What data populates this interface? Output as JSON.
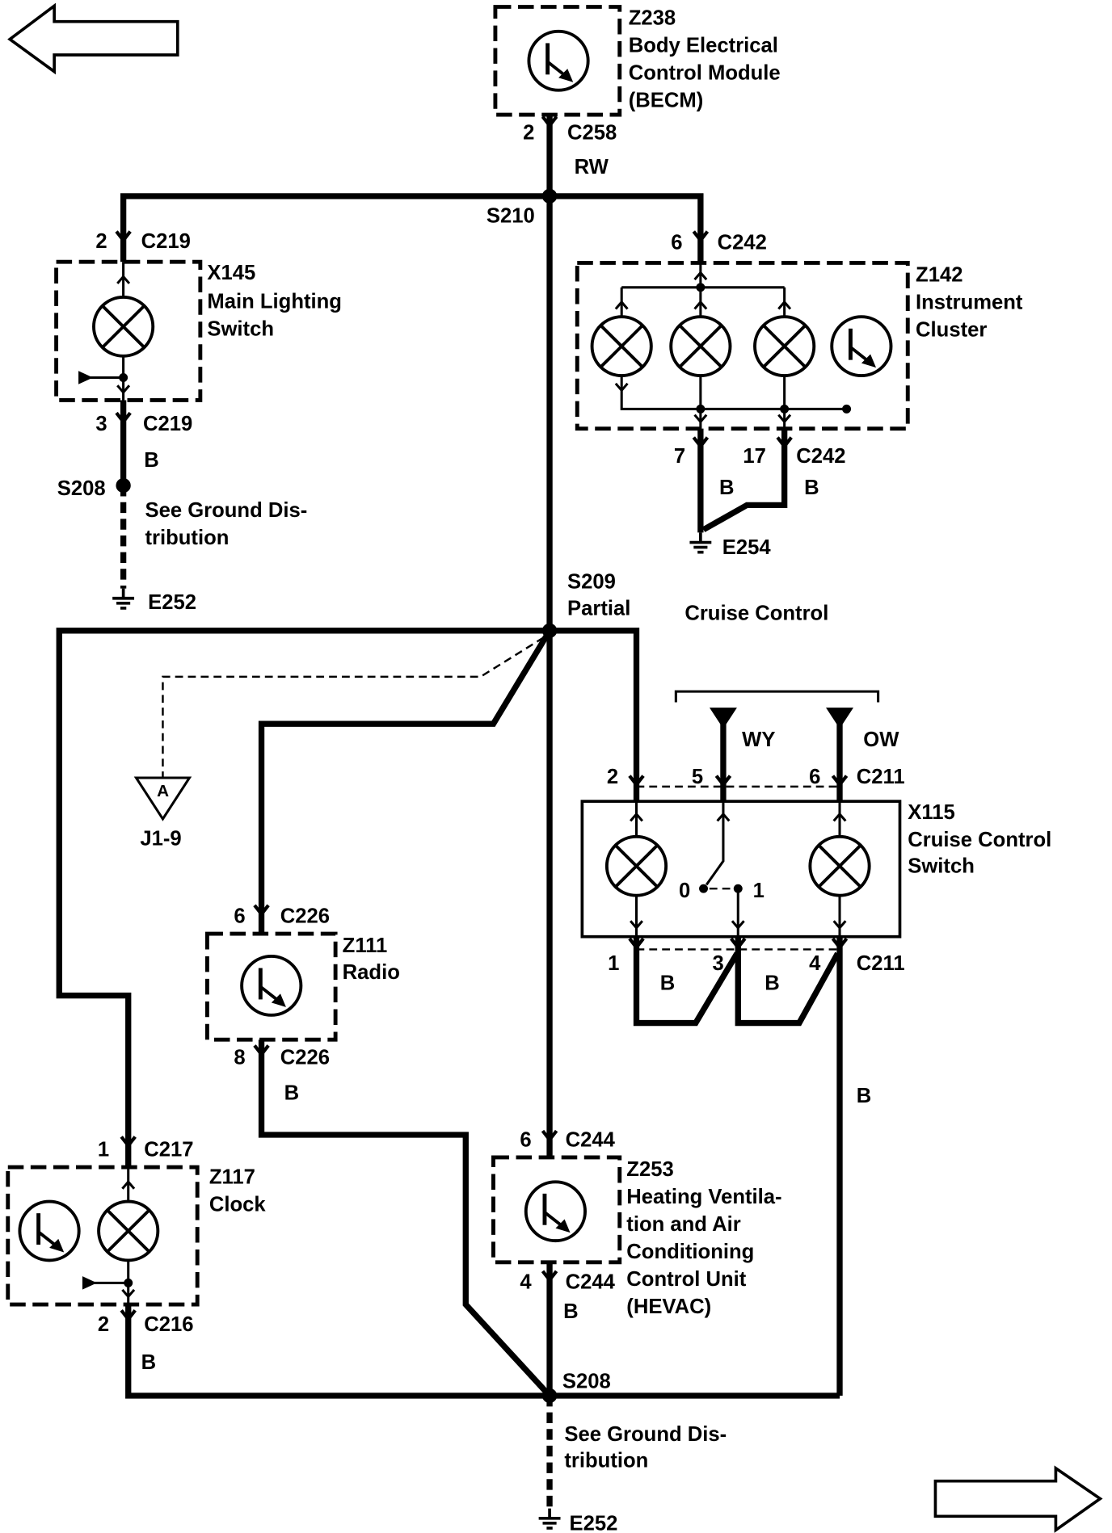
{
  "diagram": {
    "left_arrow_icon": "arrow-left-icon",
    "right_arrow_icon": "arrow-right-icon"
  },
  "components": {
    "becm": {
      "id": "Z238",
      "lines": [
        "Body Electrical",
        "Control Module",
        "(BECM)"
      ],
      "icon": "module-icon"
    },
    "main_lighting_switch": {
      "id": "X145",
      "lines": [
        "Main Lighting",
        "Switch"
      ],
      "icon": "lamp-icon"
    },
    "instrument_cluster": {
      "id": "Z142",
      "lines": [
        "Instrument",
        "Cluster"
      ],
      "icon": "lamp-icon"
    },
    "cruise_control_switch": {
      "id": "X115",
      "lines": [
        "Cruise Control",
        "Switch"
      ],
      "positions": [
        "0",
        "1"
      ]
    },
    "radio": {
      "id": "Z111",
      "lines": [
        "Radio"
      ],
      "icon": "module-icon"
    },
    "clock": {
      "id": "Z117",
      "lines": [
        "Clock"
      ],
      "icon": "module-icon"
    },
    "hevac": {
      "id": "Z253",
      "lines": [
        "Heating Ventila-",
        "tion and Air",
        "Conditioning",
        "Control Unit",
        "(HEVAC)"
      ],
      "icon": "module-icon"
    }
  },
  "connectors": {
    "c258": {
      "pin": "2",
      "name": "C258"
    },
    "c219_top": {
      "pin": "2",
      "name": "C219"
    },
    "c219_bottom": {
      "pin": "3",
      "name": "C219"
    },
    "c242_top": {
      "pin": "6",
      "name": "C242"
    },
    "c242_bottom": {
      "pins": [
        "7",
        "17"
      ],
      "name": "C242"
    },
    "c211_top": {
      "pins": [
        "2",
        "5",
        "6"
      ],
      "name": "C211"
    },
    "c211_bottom": {
      "pins": [
        "1",
        "3",
        "4"
      ],
      "name": "C211"
    },
    "c226_top": {
      "pin": "6",
      "name": "C226"
    },
    "c226_bottom": {
      "pin": "8",
      "name": "C226"
    },
    "c217": {
      "pin": "1",
      "name": "C217"
    },
    "c216": {
      "pin": "2",
      "name": "C216"
    },
    "c244_top": {
      "pin": "6",
      "name": "C244"
    },
    "c244_bottom": {
      "pin": "4",
      "name": "C244"
    }
  },
  "splices": {
    "s210": "S210",
    "s208_upper": "S208",
    "s209": "S209",
    "s209_note": "Partial",
    "s208_lower": "S208"
  },
  "grounds": {
    "e252_upper": "E252",
    "e254": "E254",
    "e252_lower": "E252"
  },
  "notes": {
    "upper": [
      "See Ground Dis-",
      "tribution"
    ],
    "lower": [
      "See Ground Dis-",
      "tribution"
    ]
  },
  "wires": {
    "becm_feed": "RW",
    "x145_ground": "B",
    "c242_pin7": "B",
    "c242_pin17": "B",
    "c211_pin1": "B",
    "c211_pin3": "B",
    "c211_pin4": "B",
    "radio_ground": "B",
    "hevac_ground": "B",
    "clock_ground": "B"
  },
  "cruise_control": {
    "label": "Cruise Control",
    "wires": [
      "WY",
      "OW"
    ]
  },
  "off_page_ref": {
    "symbol": "A",
    "location": "J1-9"
  }
}
